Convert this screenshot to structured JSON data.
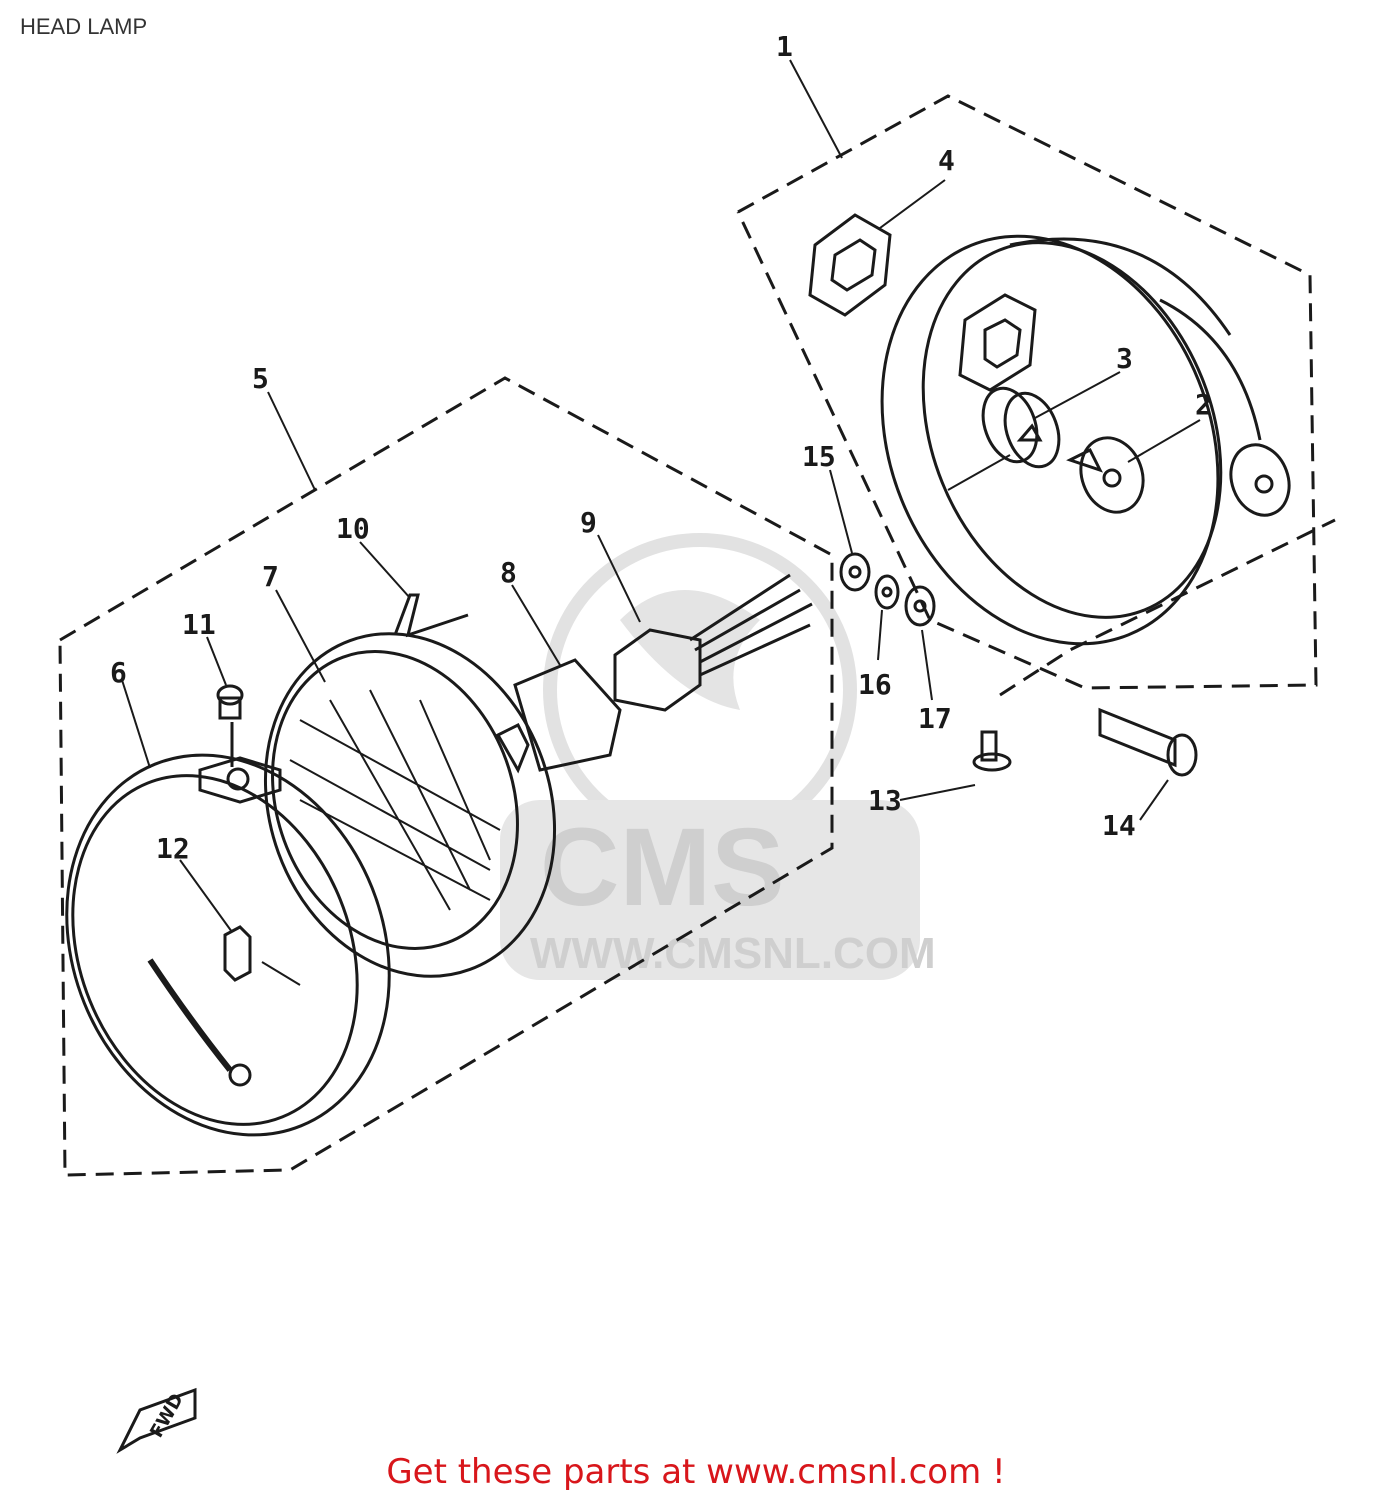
{
  "page": {
    "title": "HEAD LAMP",
    "footer_text": "Get these parts at www.cmsnl.com !",
    "footer_color": "#d8161b"
  },
  "diagram": {
    "line_color": "#1a1a1a",
    "watermark": {
      "brand": "CMS",
      "url": "WWW.CMSNL.COM",
      "color": "#d9d9d9"
    },
    "direction_marker": "FWD",
    "callouts": [
      "1",
      "2",
      "3",
      "4",
      "5",
      "6",
      "7",
      "8",
      "9",
      "10",
      "11",
      "12",
      "13",
      "14",
      "15",
      "16",
      "17"
    ]
  }
}
